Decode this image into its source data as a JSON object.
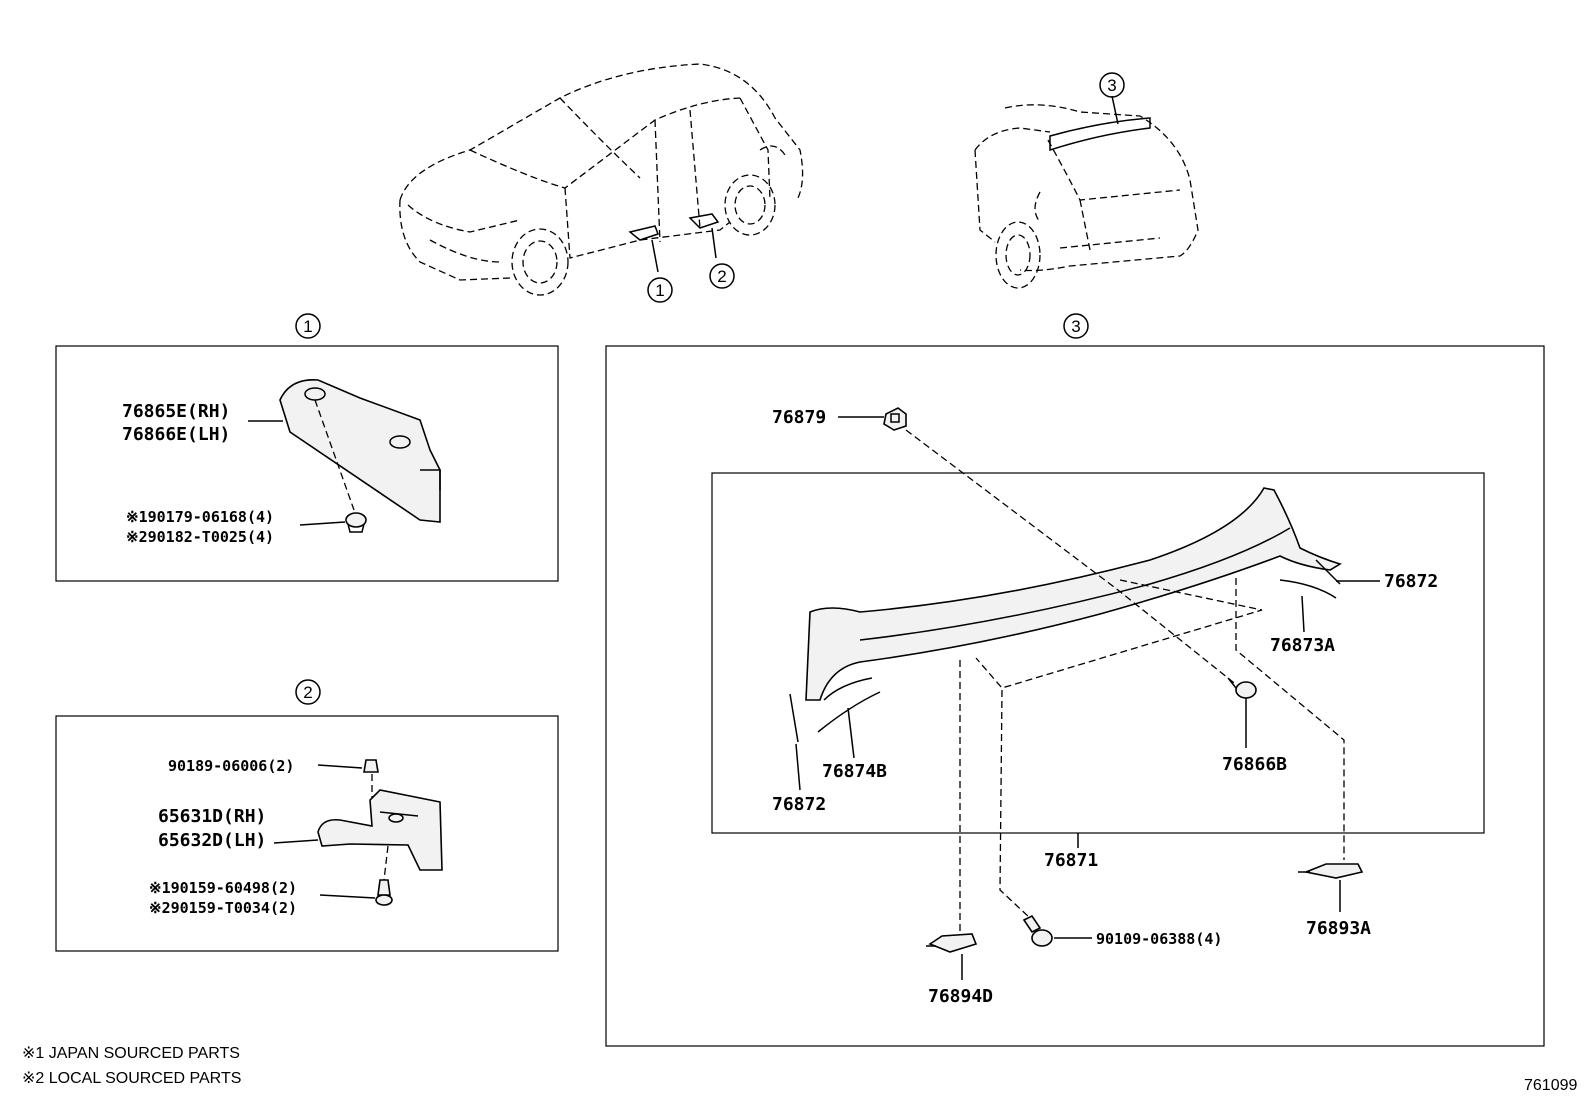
{
  "diagram_id": "761099",
  "callouts": {
    "one": "1",
    "two": "2",
    "three": "3"
  },
  "group1": {
    "part_rh": "76865E(RH)",
    "part_lh": "76866E(LH)",
    "fastener_a": "※190179-06168(4)",
    "fastener_b": "※290182-T0025(4)"
  },
  "group2": {
    "nut": "90189-06006(2)",
    "part_rh": "65631D(RH)",
    "part_lh": "65632D(LH)",
    "screw_a": "※190159-60498(2)",
    "screw_b": "※290159-T0034(2)"
  },
  "group3": {
    "clip": "76879",
    "seal_right": "76872",
    "seal_right_b": "76873A",
    "seal_left": "76872",
    "seal_left_b": "76874B",
    "bolt": "76866B",
    "spoiler": "76871",
    "pad_right": "76893A",
    "screw": "90109-06388(4)",
    "pad_left": "76894D"
  },
  "notes": {
    "japan": "※1 JAPAN SOURCED PARTS",
    "local": "※2 LOCAL SOURCED PARTS"
  }
}
